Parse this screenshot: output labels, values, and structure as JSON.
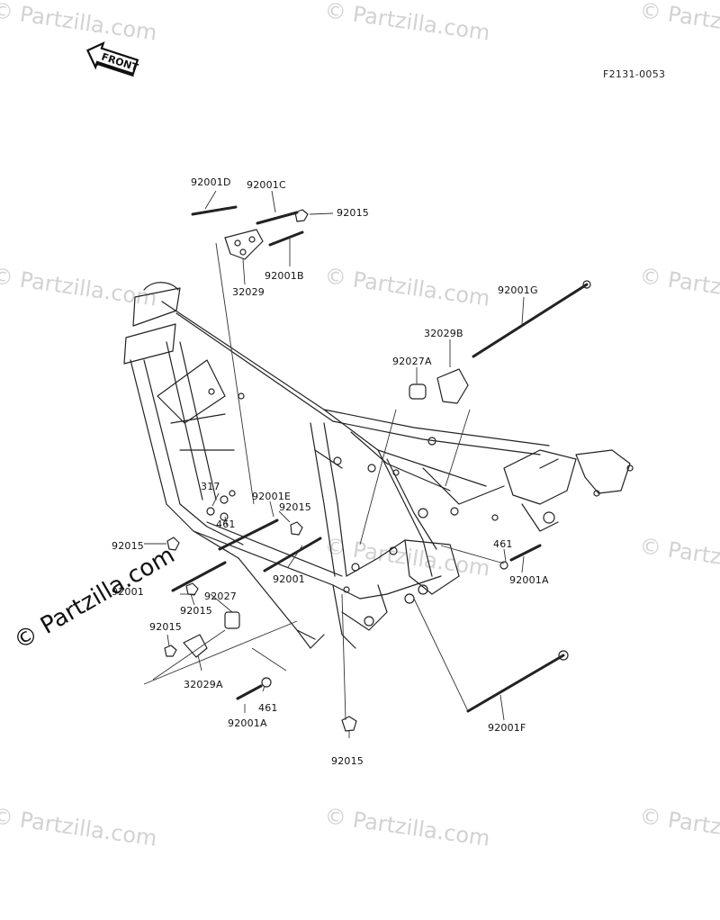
{
  "diagram": {
    "code": "F2131-0053",
    "front_label": "FRONT",
    "watermark": "© Partzilla.com",
    "watermark_main": "© Partzilla.com"
  },
  "parts": [
    {
      "id": "92001D",
      "label": "92001D"
    },
    {
      "id": "92001C",
      "label": "92001C"
    },
    {
      "id": "92015-top",
      "label": "92015"
    },
    {
      "id": "92001B",
      "label": "92001B"
    },
    {
      "id": "32029",
      "label": "32029"
    },
    {
      "id": "92001G",
      "label": "92001G"
    },
    {
      "id": "32029B",
      "label": "32029B"
    },
    {
      "id": "92027A",
      "label": "92027A"
    },
    {
      "id": "317",
      "label": "317"
    },
    {
      "id": "92001E",
      "label": "92001E"
    },
    {
      "id": "461-left",
      "label": "461"
    },
    {
      "id": "92015-mid",
      "label": "92015"
    },
    {
      "id": "92015-left",
      "label": "92015"
    },
    {
      "id": "92001",
      "label": "92001"
    },
    {
      "id": "92001-b",
      "label": "92001"
    },
    {
      "id": "92027",
      "label": "92027"
    },
    {
      "id": "92015-c",
      "label": "92015"
    },
    {
      "id": "92015-d",
      "label": "92015"
    },
    {
      "id": "32029A",
      "label": "32029A"
    },
    {
      "id": "461-bottom",
      "label": "461"
    },
    {
      "id": "92001A-bottom",
      "label": "92001A"
    },
    {
      "id": "92015-bottom",
      "label": "92015"
    },
    {
      "id": "461-right",
      "label": "461"
    },
    {
      "id": "92001A-right",
      "label": "92001A"
    },
    {
      "id": "92001F",
      "label": "92001F"
    }
  ]
}
